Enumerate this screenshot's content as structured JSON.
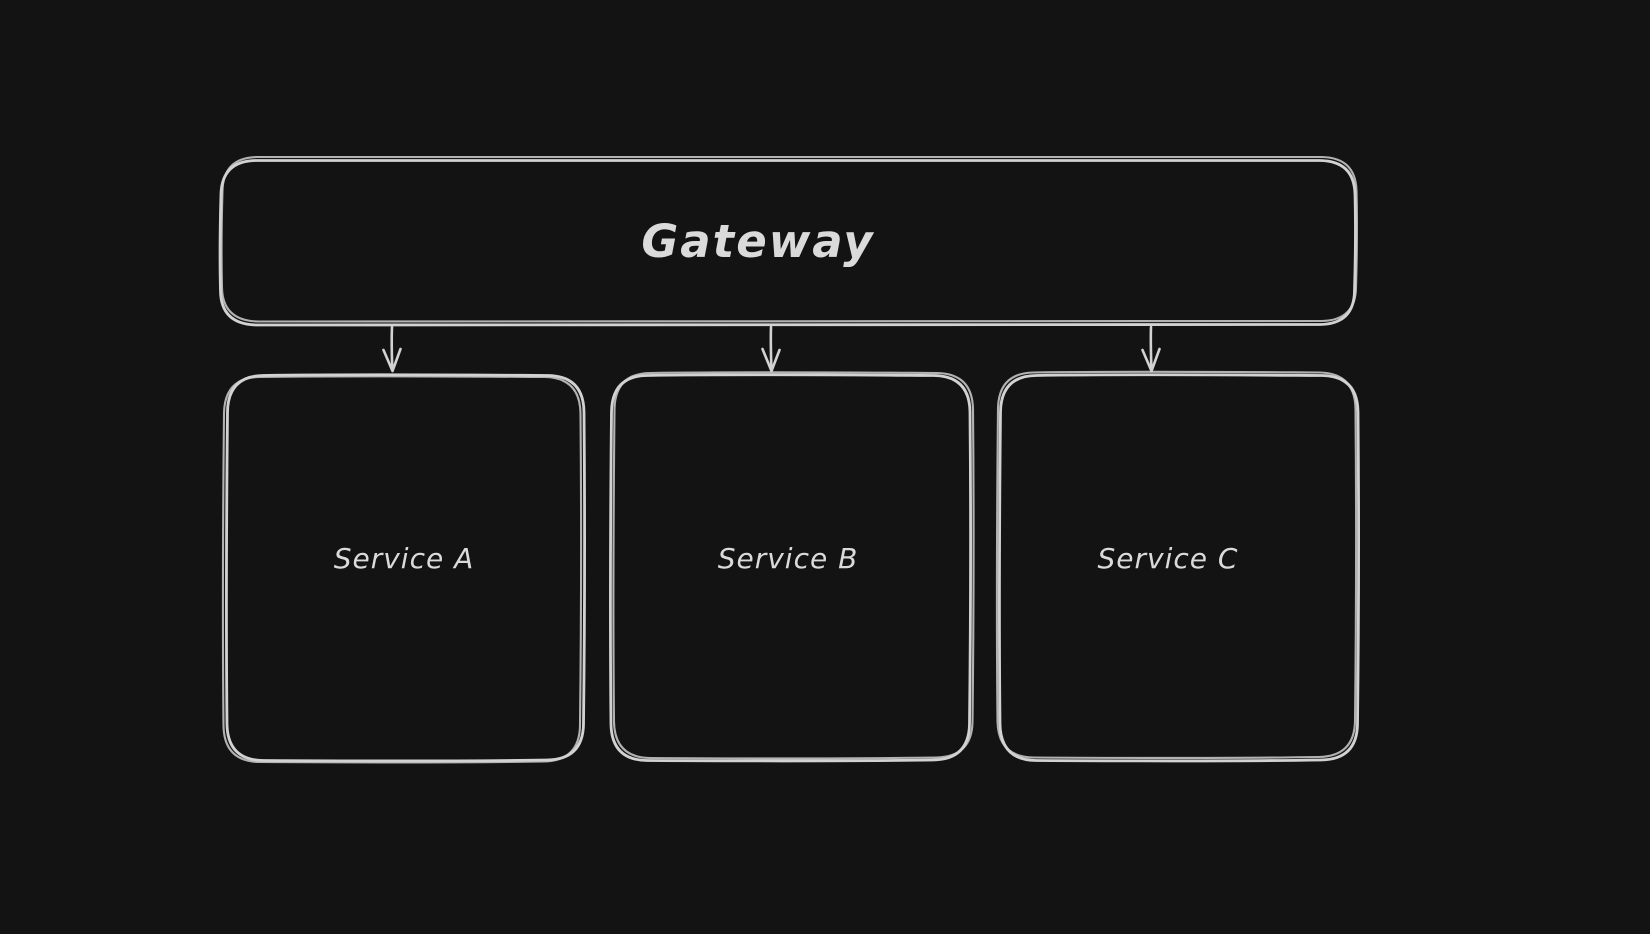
{
  "diagram": {
    "background_color": "#131313",
    "stroke_color": "#d2d2d2",
    "text_color": "#dadada",
    "nodes": [
      {
        "id": "gateway",
        "label": "Gateway",
        "shape": "rounded-rectangle"
      },
      {
        "id": "service-a",
        "label": "Service A",
        "shape": "rounded-rectangle"
      },
      {
        "id": "service-b",
        "label": "Service B",
        "shape": "rounded-rectangle"
      },
      {
        "id": "service-c",
        "label": "Service C",
        "shape": "rounded-rectangle"
      }
    ],
    "edges": [
      {
        "from": "gateway",
        "to": "service-a",
        "type": "arrow"
      },
      {
        "from": "gateway",
        "to": "service-b",
        "type": "arrow"
      },
      {
        "from": "gateway",
        "to": "service-c",
        "type": "arrow"
      }
    ]
  }
}
